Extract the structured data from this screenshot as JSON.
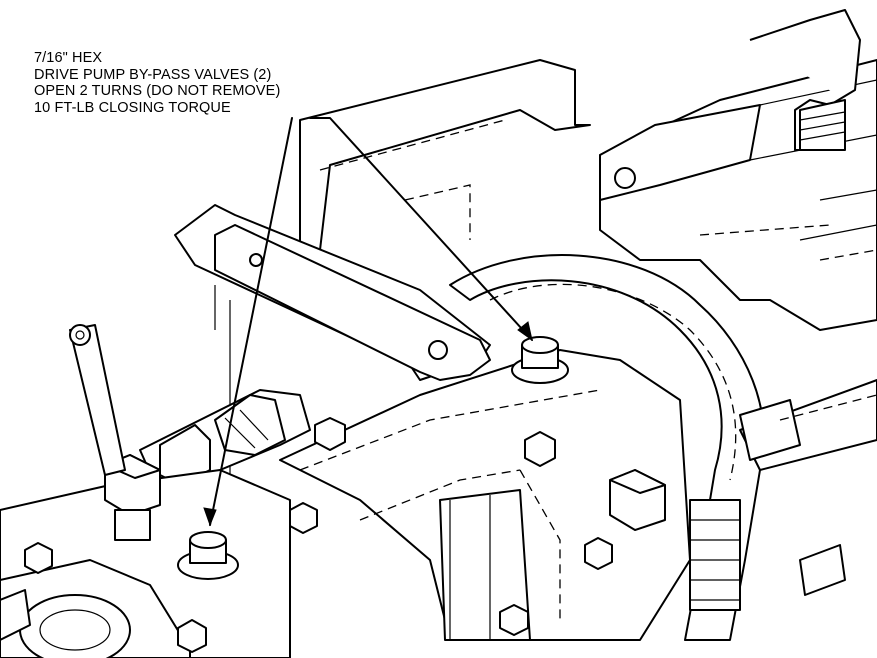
{
  "callout": {
    "line1": "7/16\" HEX",
    "line2": "DRIVE PUMP BY-PASS VALVES (2)",
    "line3": "OPEN 2 TURNS (DO NOT REMOVE)",
    "line4": "10 FT-LB CLOSING TORQUE"
  },
  "colors": {
    "ink": "#000000",
    "paper": "#ffffff"
  }
}
